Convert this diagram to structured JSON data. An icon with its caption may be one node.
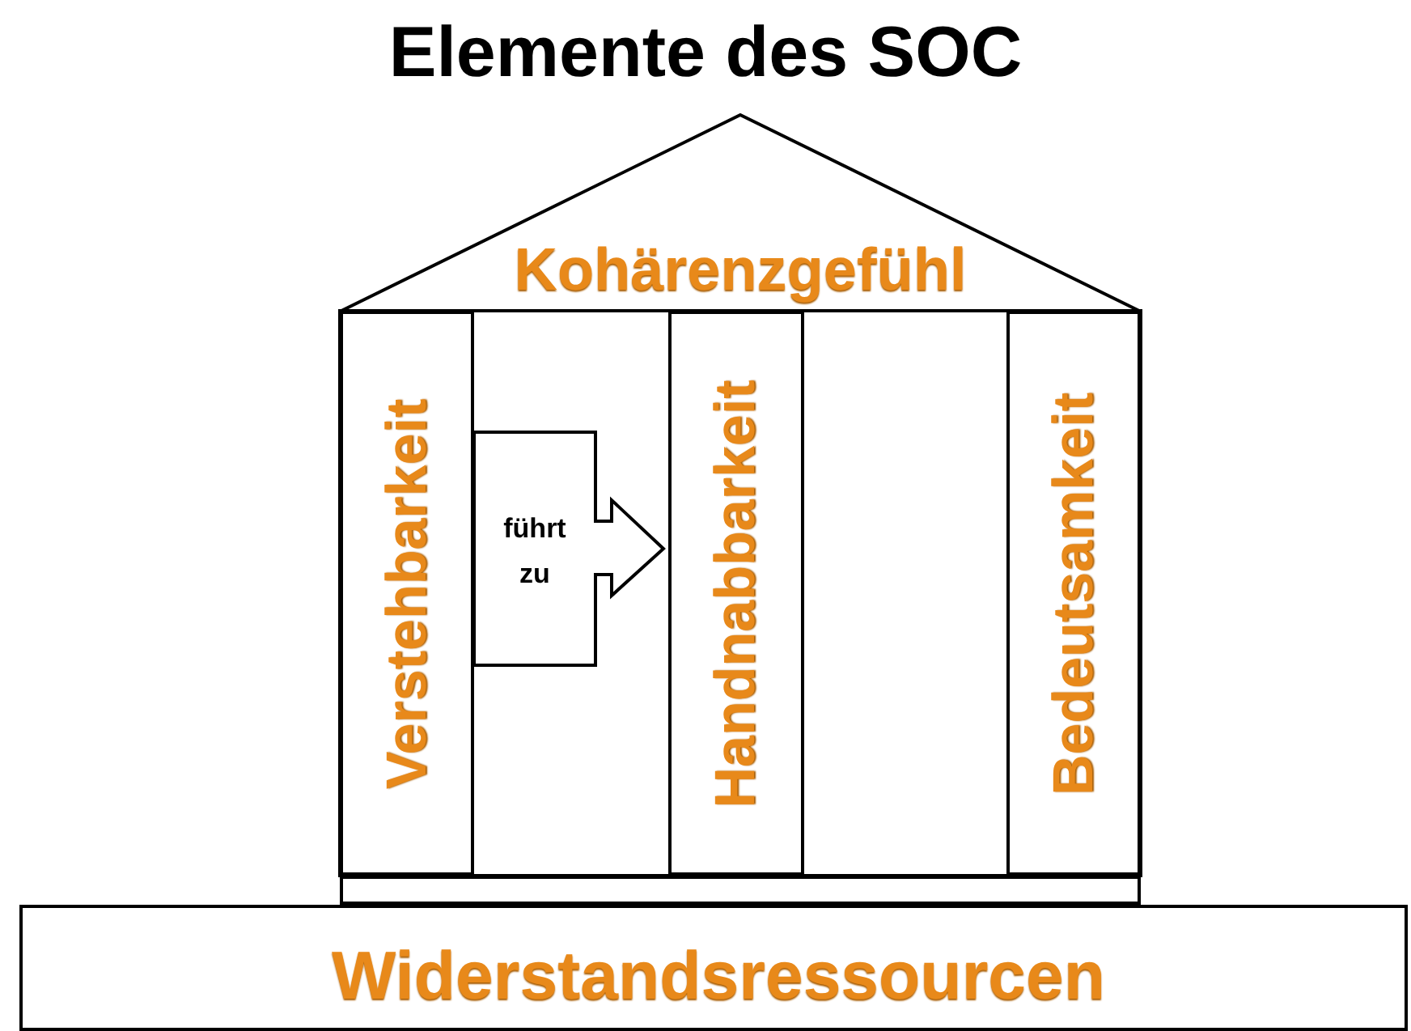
{
  "diagram": {
    "title": "Elemente des SOC",
    "nodes": [
      {
        "text": [
          "Kohärenzgefühl"
        ]
      },
      {
        "text": [
          "Verstehbarkeit"
        ]
      },
      {
        "text": [
          "Handnabbarkeit"
        ]
      },
      {
        "text": [
          "Bedeutsamkeit"
        ]
      },
      {
        "text": [],
        "shape": "bar"
      },
      {
        "text": [
          "Widerstandsressourcen"
        ]
      }
    ],
    "edges": [
      {
        "from": 1,
        "to": 2,
        "arrow": "to",
        "label": "führt zu"
      }
    ]
  }
}
